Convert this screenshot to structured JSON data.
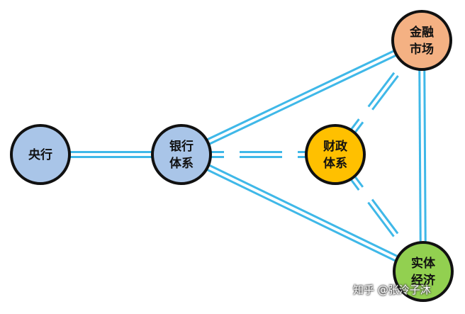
{
  "diagram": {
    "nodes": [
      {
        "id": "central-bank",
        "line1": "央行",
        "line2": "",
        "color": "#a9c5e8"
      },
      {
        "id": "banking-system",
        "line1": "银行",
        "line2": "体系",
        "color": "#a9c5e8"
      },
      {
        "id": "fiscal-system",
        "line1": "财政",
        "line2": "体系",
        "color": "#ffc000"
      },
      {
        "id": "financial-market",
        "line1": "金融",
        "line2": "市场",
        "color": "#f4b183"
      },
      {
        "id": "real-economy",
        "line1": "实体",
        "line2": "经济",
        "color": "#92d050"
      }
    ],
    "edge_color": "#3fb8e8",
    "node_border_color": "#111111"
  },
  "watermark": "知乎 @张泠子沐"
}
